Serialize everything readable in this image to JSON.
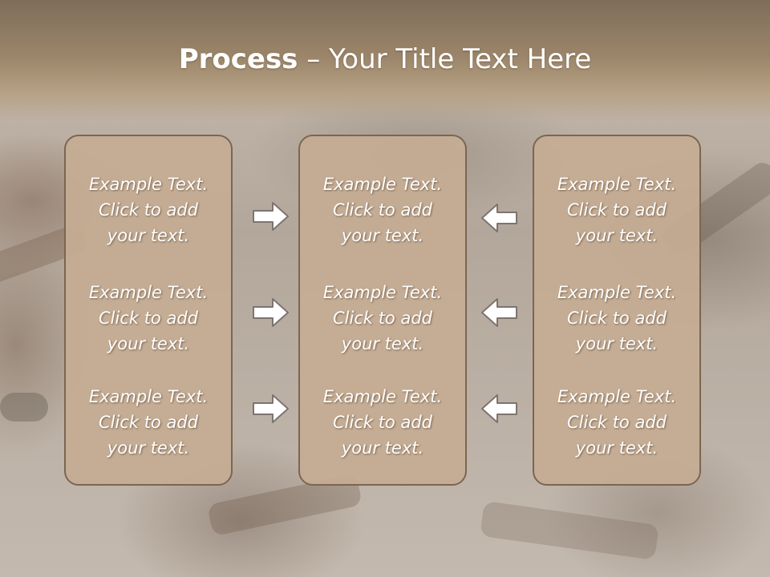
{
  "title": {
    "bold": "Process",
    "rest": " – Your Title Text Here"
  },
  "example_text": {
    "line1": "Example Text.",
    "line2": "Click  to add",
    "line3": "your text."
  },
  "columns": [
    {
      "id": "left",
      "blocks": [
        1,
        2,
        3
      ]
    },
    {
      "id": "center",
      "blocks": [
        1,
        2,
        3
      ]
    },
    {
      "id": "right",
      "blocks": [
        1,
        2,
        3
      ]
    }
  ],
  "arrows": {
    "left_to_center": [
      "right-arrow-icon",
      "right-arrow-icon",
      "right-arrow-icon"
    ],
    "right_to_center": [
      "left-arrow-icon",
      "left-arrow-icon",
      "left-arrow-icon"
    ]
  },
  "colors": {
    "header": "#8c7760",
    "panel_fill": "#c6ad94",
    "panel_border": "#7a6652",
    "text": "#ffffff",
    "arrow_fill": "#ffffff",
    "arrow_stroke": "#7d7470"
  }
}
